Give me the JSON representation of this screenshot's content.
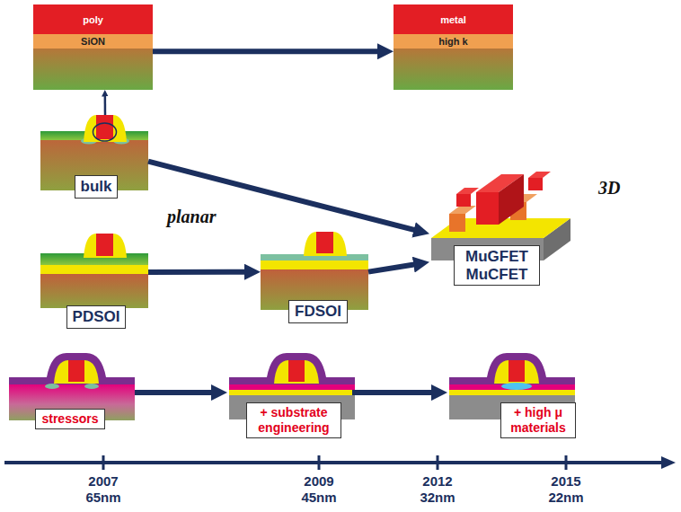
{
  "diagram": {
    "nodes": [
      {
        "text": [
          "poly",
          "SiON"
        ]
      },
      {
        "text": [
          "metal",
          "high k"
        ]
      },
      {
        "text": [
          "bulk"
        ]
      },
      {
        "text": [
          "PDSOI"
        ]
      },
      {
        "text": [
          "FDSOI"
        ]
      },
      {
        "text": [
          "MuGFET MuCFET"
        ]
      },
      {
        "text": [
          "stressors"
        ]
      },
      {
        "text": [
          "+ substrate engineering"
        ]
      },
      {
        "text": [
          "+ high μ materials"
        ]
      }
    ],
    "edges": [
      {
        "from": 2,
        "to": 0,
        "arrow": "to"
      },
      {
        "from": 0,
        "to": 1,
        "arrow": "to"
      },
      {
        "from": 2,
        "to": 5,
        "arrow": "to"
      },
      {
        "from": 3,
        "to": 4,
        "arrow": "to"
      },
      {
        "from": 4,
        "to": 5,
        "arrow": "to"
      },
      {
        "from": 6,
        "to": 7,
        "arrow": "to"
      },
      {
        "from": 7,
        "to": 8,
        "arrow": "to"
      }
    ],
    "labels": [
      "planar",
      "3D",
      "2007",
      "65nm",
      "2009",
      "45nm",
      "2012",
      "32nm",
      "2015",
      "22nm"
    ]
  }
}
